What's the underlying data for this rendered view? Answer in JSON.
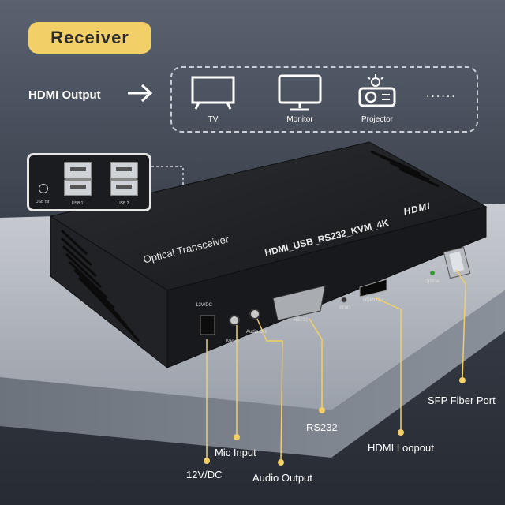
{
  "badge": {
    "text": "Receiver"
  },
  "hdmi_output": {
    "label": "HDMI Output"
  },
  "devices": [
    {
      "label": "TV",
      "icon": "tv-icon"
    },
    {
      "label": "Monitor",
      "icon": "monitor-icon"
    },
    {
      "label": "Projector",
      "icon": "projector-icon"
    }
  ],
  "devices_more": "......",
  "usb_panel": {
    "usb_rst": "USB rst",
    "usb1": "USB 1",
    "usb2": "USB 2"
  },
  "device_print": {
    "optical_transceiver": "Optical Transceiver",
    "model": "HDMI_USB_RS232_KVM_4K",
    "hdmi_logo": "HDMI",
    "port_12v": "12V/DC",
    "port_mic": "Mic in",
    "port_audio": "Audio Out",
    "port_rs232": "RS232",
    "port_edid": "EDID",
    "port_hdmi": "HDMI Out",
    "port_optical": "Optical"
  },
  "callouts": {
    "sfp": "SFP Fiber Port",
    "rs232": "RS232",
    "hdmi_loopout": "HDMI Loopout",
    "mic_input": "Mic Input",
    "power": "12V/DC",
    "audio_output": "Audio Output"
  },
  "colors": {
    "accent": "#f3cf67",
    "device_body": "#1d1e21"
  }
}
